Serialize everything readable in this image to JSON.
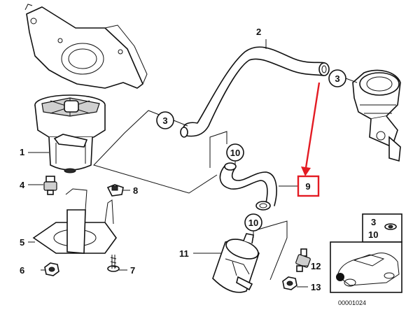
{
  "labels": {
    "p1": "1",
    "p2": "2",
    "p3a": "3",
    "p3b": "3",
    "p4": "4",
    "p5": "5",
    "p6": "6",
    "p7": "7",
    "p8": "8",
    "p9": "9",
    "p10a": "10",
    "p10b": "10",
    "p11": "11",
    "p12": "12",
    "p13": "13",
    "legend_top": "3",
    "legend_bottom": "10"
  },
  "reference_number": "00001024",
  "colors": {
    "highlight": "#e31b23",
    "ink": "#111111",
    "background": "#ffffff"
  }
}
